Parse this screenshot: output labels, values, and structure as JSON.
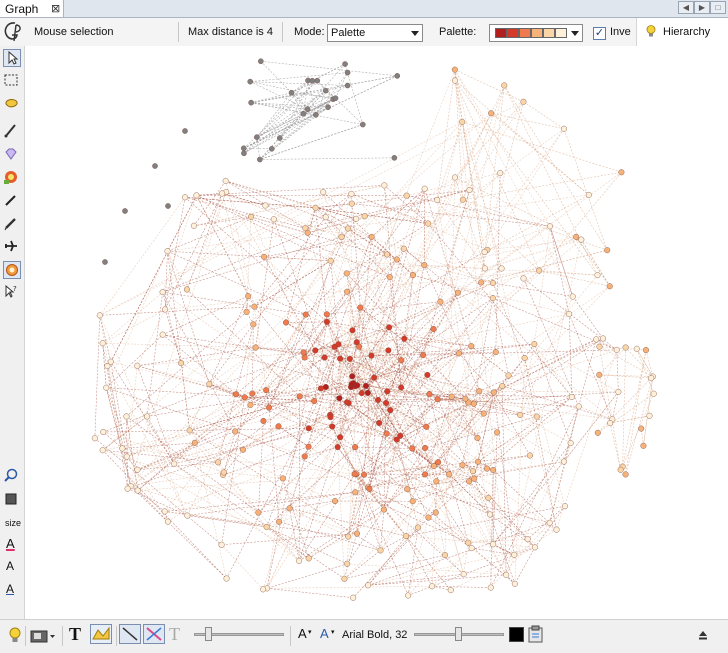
{
  "tab": {
    "label": "Graph",
    "close_glyph": "⊠"
  },
  "toolbar": {
    "mouse_selection": "Mouse selection",
    "max_distance": "Max distance is 4",
    "mode_label": "Mode:",
    "mode_value": "Palette",
    "palette_label": "Palette:",
    "palette_colors": [
      "#b21f1f",
      "#d33a2a",
      "#ee7a4d",
      "#f7b27a",
      "#fad5a8",
      "#fff0d9"
    ],
    "invert_label": "Inve",
    "invert_checked": "✓",
    "hierarchy_label": "Hierarchy"
  },
  "sidebar": {
    "tools": [
      "pointer-tool-icon",
      "rectangle-select-icon",
      "lasso-select-icon",
      "brush-icon",
      "diamond-icon",
      "color-picker-icon",
      "pencil-icon",
      "pen-icon",
      "airplane-icon",
      "gear-icon",
      "help-cursor-icon"
    ],
    "size_label": "size",
    "text_a": "A"
  },
  "bottom": {
    "font_value": "Arial Bold, 32",
    "font_a1": "A",
    "font_a2": "A",
    "text_t1": "T",
    "text_t2": "T"
  },
  "colors": {
    "gray_cluster": "#808080",
    "edge_red": "#9a3b2a",
    "edge_light": "#d9a684"
  }
}
